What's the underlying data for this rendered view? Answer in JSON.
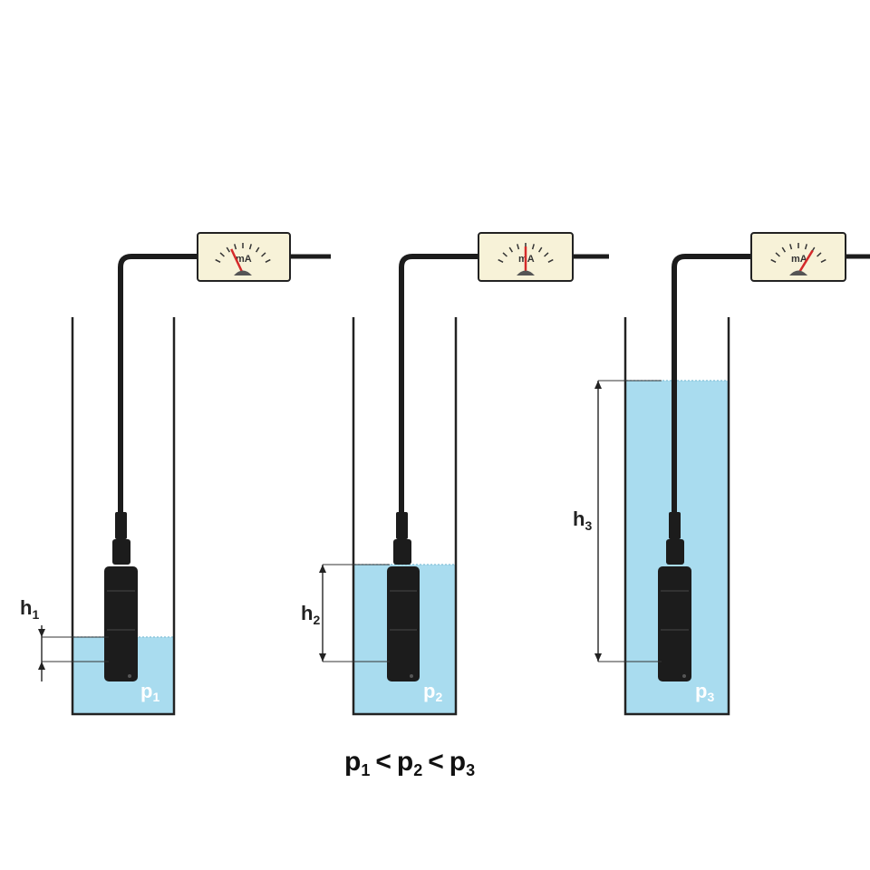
{
  "meter_unit": "mA",
  "setups": [
    {
      "depth_label": "h",
      "depth_sub": "1",
      "pressure_label": "p",
      "pressure_sub": "1",
      "needle_fraction": 0.3
    },
    {
      "depth_label": "h",
      "depth_sub": "2",
      "pressure_label": "p",
      "pressure_sub": "2",
      "needle_fraction": 0.5
    },
    {
      "depth_label": "h",
      "depth_sub": "3",
      "pressure_label": "p",
      "pressure_sub": "3",
      "needle_fraction": 0.75
    }
  ],
  "relation": {
    "p1": "p",
    "s1": "1",
    "lt1": "<",
    "p2": "p",
    "s2": "2",
    "lt2": "<",
    "p3": "p",
    "s3": "3"
  },
  "colors": {
    "water": "#a9dcef",
    "sensor": "#1c1c1c",
    "meter_face": "#f7f2d8",
    "needle": "#d42a2a",
    "line": "#222222"
  }
}
